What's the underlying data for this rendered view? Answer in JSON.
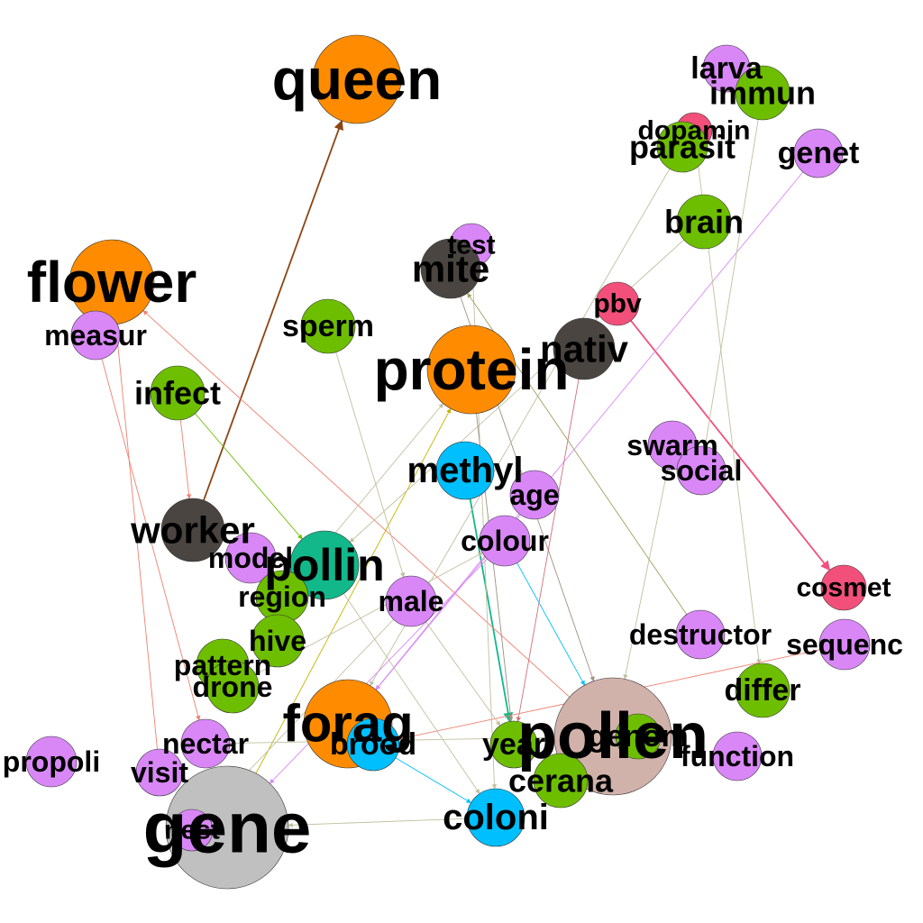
{
  "colors": {
    "orange": "#ff8c00",
    "purple": "#d987f7",
    "green": "#6ebe00",
    "dark": "#4a4540",
    "blue": "#00bfff",
    "pink": "#f2507a",
    "teal": "#12b88a",
    "rose": "#d1b2aa",
    "gray": "#c0c0c0"
  },
  "nodes": [
    {
      "id": "queen",
      "label": "queen",
      "color": "orange"
    },
    {
      "id": "flower",
      "label": "flower",
      "color": "orange"
    },
    {
      "id": "protein",
      "label": "protein",
      "color": "orange"
    },
    {
      "id": "forag",
      "label": "forag",
      "color": "orange"
    },
    {
      "id": "pollen",
      "label": "pollen",
      "color": "rose"
    },
    {
      "id": "gene",
      "label": "gene",
      "color": "gray"
    },
    {
      "id": "pollin",
      "label": "pollin",
      "color": "teal"
    },
    {
      "id": "larva",
      "label": "larva",
      "color": "purple"
    },
    {
      "id": "immun",
      "label": "immun",
      "color": "green"
    },
    {
      "id": "dopamin",
      "label": "dopamin",
      "color": "pink"
    },
    {
      "id": "parasit",
      "label": "parasit",
      "color": "green"
    },
    {
      "id": "genet",
      "label": "genet",
      "color": "purple"
    },
    {
      "id": "brain",
      "label": "brain",
      "color": "green"
    },
    {
      "id": "test",
      "label": "test",
      "color": "purple"
    },
    {
      "id": "mite",
      "label": "mite",
      "color": "dark"
    },
    {
      "id": "pbv",
      "label": "pbv",
      "color": "pink"
    },
    {
      "id": "nativ",
      "label": "nativ",
      "color": "dark"
    },
    {
      "id": "sperm",
      "label": "sperm",
      "color": "green"
    },
    {
      "id": "measur",
      "label": "measur",
      "color": "purple"
    },
    {
      "id": "infect",
      "label": "infect",
      "color": "green"
    },
    {
      "id": "swarm",
      "label": "swarm",
      "color": "purple"
    },
    {
      "id": "social",
      "label": "social",
      "color": "purple"
    },
    {
      "id": "methyl",
      "label": "methyl",
      "color": "blue"
    },
    {
      "id": "age",
      "label": "age",
      "color": "purple"
    },
    {
      "id": "colour",
      "label": "colour",
      "color": "purple"
    },
    {
      "id": "worker",
      "label": "worker",
      "color": "dark"
    },
    {
      "id": "model",
      "label": "model",
      "color": "purple"
    },
    {
      "id": "region",
      "label": "region",
      "color": "green"
    },
    {
      "id": "male",
      "label": "male",
      "color": "purple"
    },
    {
      "id": "cosmet",
      "label": "cosmet",
      "color": "pink"
    },
    {
      "id": "destructor",
      "label": "destructor",
      "color": "purple"
    },
    {
      "id": "sequenc",
      "label": "sequenc",
      "color": "purple"
    },
    {
      "id": "hive",
      "label": "hive",
      "color": "green"
    },
    {
      "id": "pattern",
      "label": "pattern",
      "color": "green"
    },
    {
      "id": "drone",
      "label": "drone",
      "color": "green"
    },
    {
      "id": "differ",
      "label": "differ",
      "color": "green"
    },
    {
      "id": "nectar",
      "label": "nectar",
      "color": "purple"
    },
    {
      "id": "brood",
      "label": "brood",
      "color": "blue"
    },
    {
      "id": "propoli",
      "label": "propoli",
      "color": "purple"
    },
    {
      "id": "visit",
      "label": "visit",
      "color": "purple"
    },
    {
      "id": "function",
      "label": "function",
      "color": "purple"
    },
    {
      "id": "genom",
      "label": "genom",
      "color": "green"
    },
    {
      "id": "year",
      "label": "year",
      "color": "green"
    },
    {
      "id": "cerana",
      "label": "cerana",
      "color": "green"
    },
    {
      "id": "coloni",
      "label": "coloni",
      "color": "blue"
    },
    {
      "id": "nest",
      "label": "nest",
      "color": "purple"
    }
  ],
  "edges": [
    {
      "from": "worker",
      "to": "queen",
      "color": "#8b4513"
    },
    {
      "from": "pbv",
      "to": "cosmet",
      "color": "#f2507a"
    },
    {
      "from": "methyl",
      "to": "year",
      "color": "#12b88a"
    },
    {
      "from": "gene",
      "to": "protein",
      "color": "#c8b400"
    },
    {
      "from": "pollen",
      "to": "flower",
      "color": "#f08070"
    },
    {
      "from": "infect",
      "to": "pollin",
      "color": "#6ebe00"
    },
    {
      "from": "measur",
      "to": "nectar",
      "color": "#f08070"
    },
    {
      "from": "mite",
      "to": "pollen",
      "color": "#a09080"
    },
    {
      "from": "parasit",
      "to": "forag",
      "color": "#c0c0a0"
    },
    {
      "from": "genet",
      "to": "forag",
      "color": "#d987f7"
    },
    {
      "from": "brain",
      "to": "pollin",
      "color": "#c0c0a0"
    },
    {
      "from": "immun",
      "to": "social",
      "color": "#c0c0a0"
    },
    {
      "from": "dopamin",
      "to": "differ",
      "color": "#c0c0a0"
    },
    {
      "from": "nativ",
      "to": "year",
      "color": "#d1707a"
    },
    {
      "from": "colour",
      "to": "gene",
      "color": "#d987f7"
    },
    {
      "from": "male",
      "to": "nest",
      "color": "#c0c0a0"
    },
    {
      "from": "hive",
      "to": "pollin",
      "color": "#6ebe00"
    },
    {
      "from": "sequenc",
      "to": "brood",
      "color": "#f08070"
    },
    {
      "from": "coloni",
      "to": "gene",
      "color": "#c0c0a0"
    },
    {
      "from": "test",
      "to": "coloni",
      "color": "#c0c0a0"
    },
    {
      "from": "age",
      "to": "forag",
      "color": "#d987f7"
    },
    {
      "from": "protein",
      "to": "year",
      "color": "#a09080"
    },
    {
      "from": "pollin",
      "to": "coloni",
      "color": "#c0c0a0"
    },
    {
      "from": "male",
      "to": "year",
      "color": "#c0c0a0"
    },
    {
      "from": "sperm",
      "to": "male",
      "color": "#c0c0a0"
    },
    {
      "from": "nectar",
      "to": "pollen",
      "color": "#c0c0a0"
    },
    {
      "from": "brood",
      "to": "coloni",
      "color": "#00bfff"
    },
    {
      "from": "swarm",
      "to": "pollen",
      "color": "#c0c0a0"
    },
    {
      "from": "destructor",
      "to": "mite",
      "color": "#a0a060"
    },
    {
      "from": "colour",
      "to": "pollen",
      "color": "#00bfff"
    },
    {
      "from": "infect",
      "to": "worker",
      "color": "#f08070"
    },
    {
      "from": "visit",
      "to": "flower",
      "color": "#f08070"
    },
    {
      "from": "region",
      "to": "protein",
      "color": "#c0c0a0"
    },
    {
      "from": "drone",
      "to": "colour",
      "color": "#c0c0a0"
    }
  ]
}
